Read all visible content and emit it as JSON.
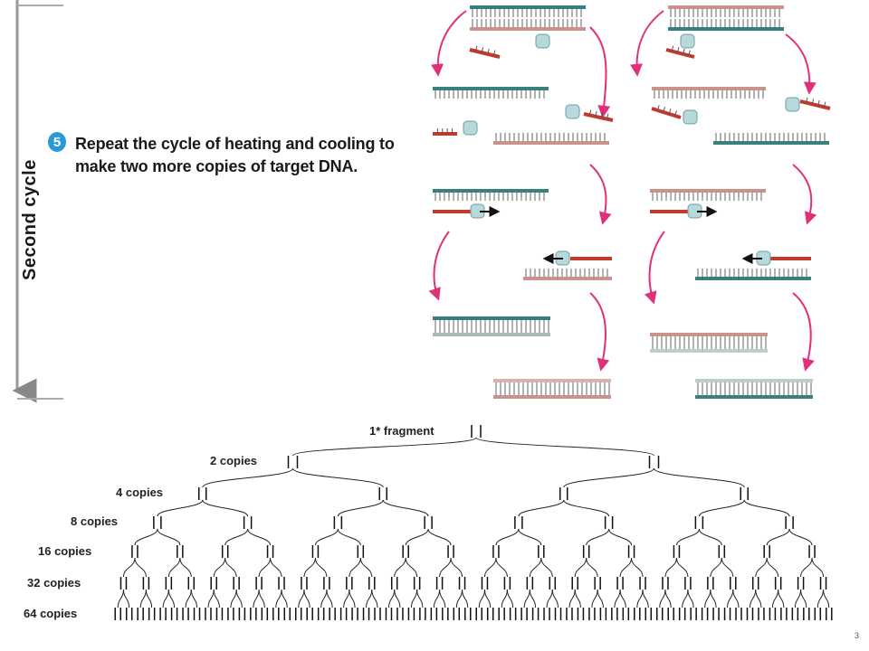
{
  "cycle_label": "Second cycle",
  "step": {
    "number": "5",
    "text_line1": "Repeat the cycle of heating and cooling to",
    "text_line2": "make two more copies of target DNA."
  },
  "tree": {
    "root_label": "1* fragment",
    "levels": [
      {
        "label": "2 copies",
        "count": 2
      },
      {
        "label": "4 copies",
        "count": 4
      },
      {
        "label": "8 copies",
        "count": 8
      },
      {
        "label": "16 copies",
        "count": 16
      },
      {
        "label": "32 copies",
        "count": 32
      },
      {
        "label": "64 copies",
        "count": 64
      }
    ]
  },
  "page_number": "3",
  "colors": {
    "teal_strand": "#3a7f7f",
    "pink_strand": "#c9928a",
    "primer": "#c0392b",
    "polymerase": "#b8d9dc",
    "arrow": "#e0307a",
    "bracket": "#8c8c8c"
  }
}
